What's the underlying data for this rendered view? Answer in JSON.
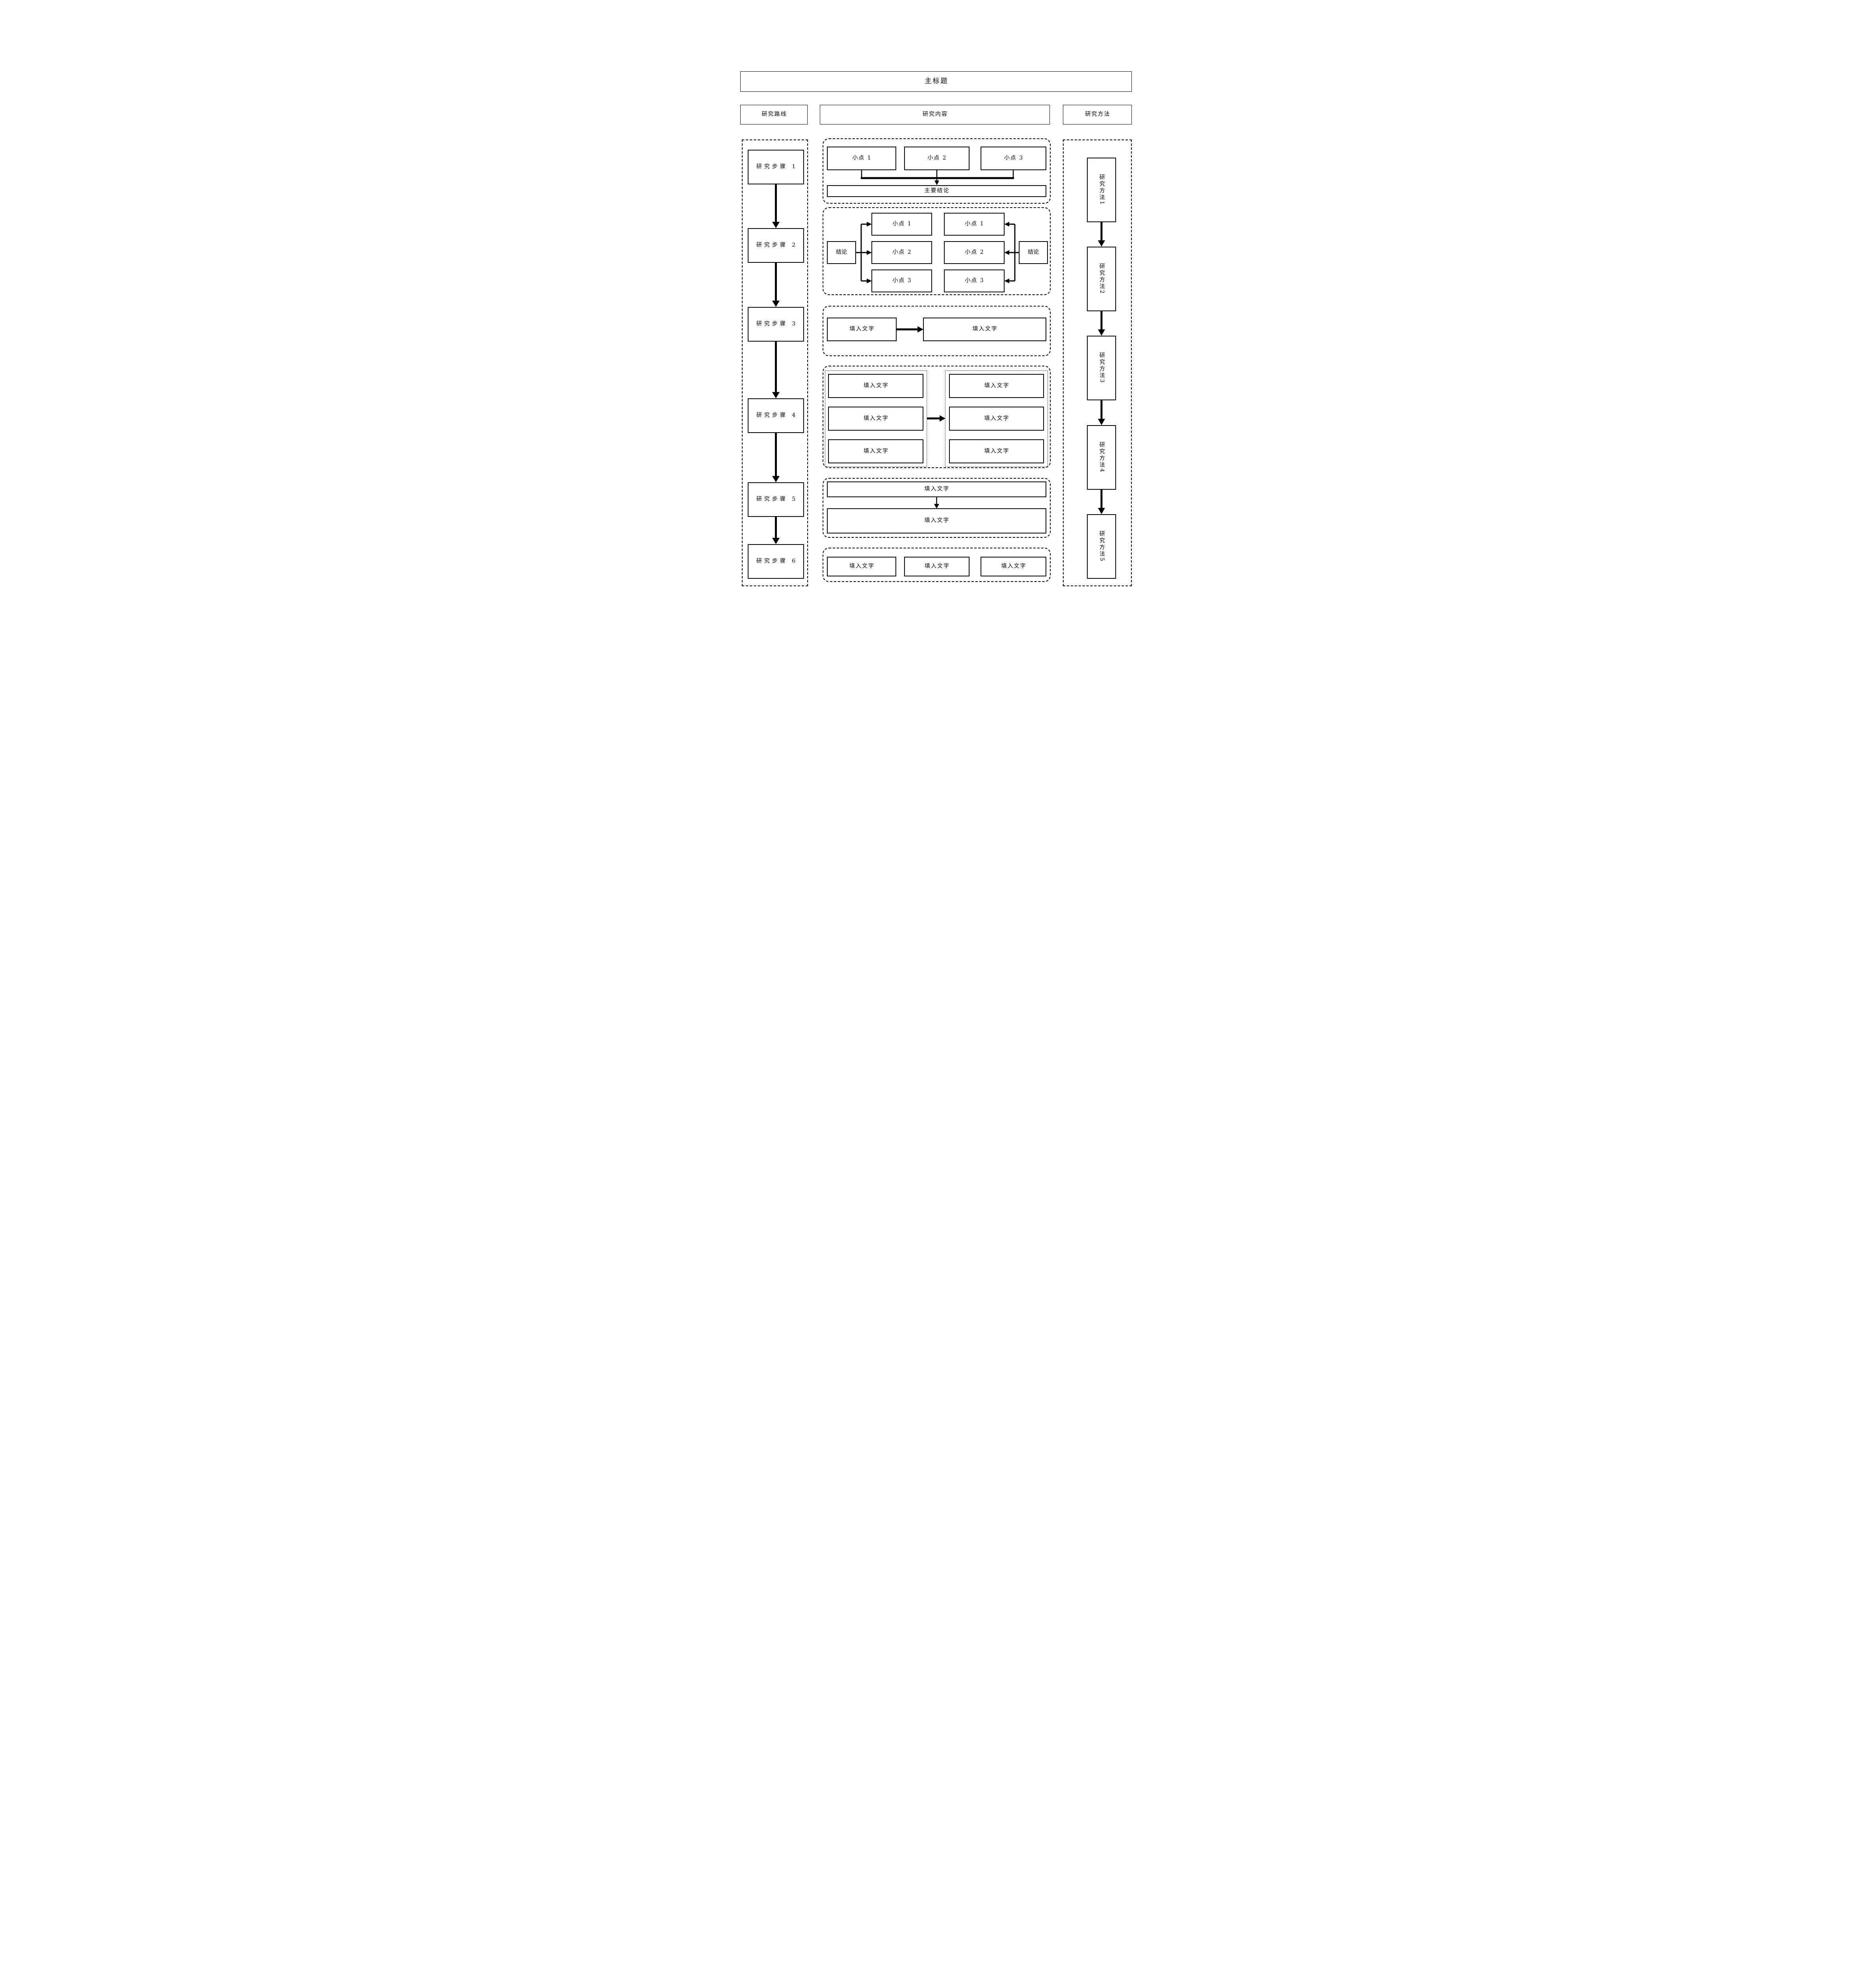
{
  "page": {
    "background_color": "#ffffff",
    "ink_color": "#000000"
  },
  "title": "主标题",
  "headers": {
    "route": "研究路线",
    "content": "研究内容",
    "method": "研究方法"
  },
  "route_steps": [
    "研究步骤 1",
    "研究步骤 2",
    "研究步骤 3",
    "研究步骤 4",
    "研究步骤 5",
    "研究步骤 6"
  ],
  "methods": [
    "研究方法1",
    "研究方法2",
    "研究方法3",
    "研究方法4",
    "研究方法5"
  ],
  "group1": {
    "points": [
      "小点 1",
      "小点 2",
      "小点 3"
    ],
    "conclusion": "主要结论"
  },
  "group2": {
    "left_conclusion": "结论",
    "right_conclusion": "结论",
    "left_points": [
      "小点 1",
      "小点 2",
      "小点 3"
    ],
    "right_points": [
      "小点 1",
      "小点 2",
      "小点 3"
    ]
  },
  "group3": {
    "from": "填入文字",
    "to": "填入文字"
  },
  "group4": {
    "left": [
      "填入文字",
      "填入文字",
      "填入文字"
    ],
    "right": [
      "填入文字",
      "填入文字",
      "填入文字"
    ]
  },
  "group5": {
    "top": "填入文字",
    "bottom": "填入文字"
  },
  "group6": [
    "填入文字",
    "填入文字",
    "填入文字"
  ]
}
